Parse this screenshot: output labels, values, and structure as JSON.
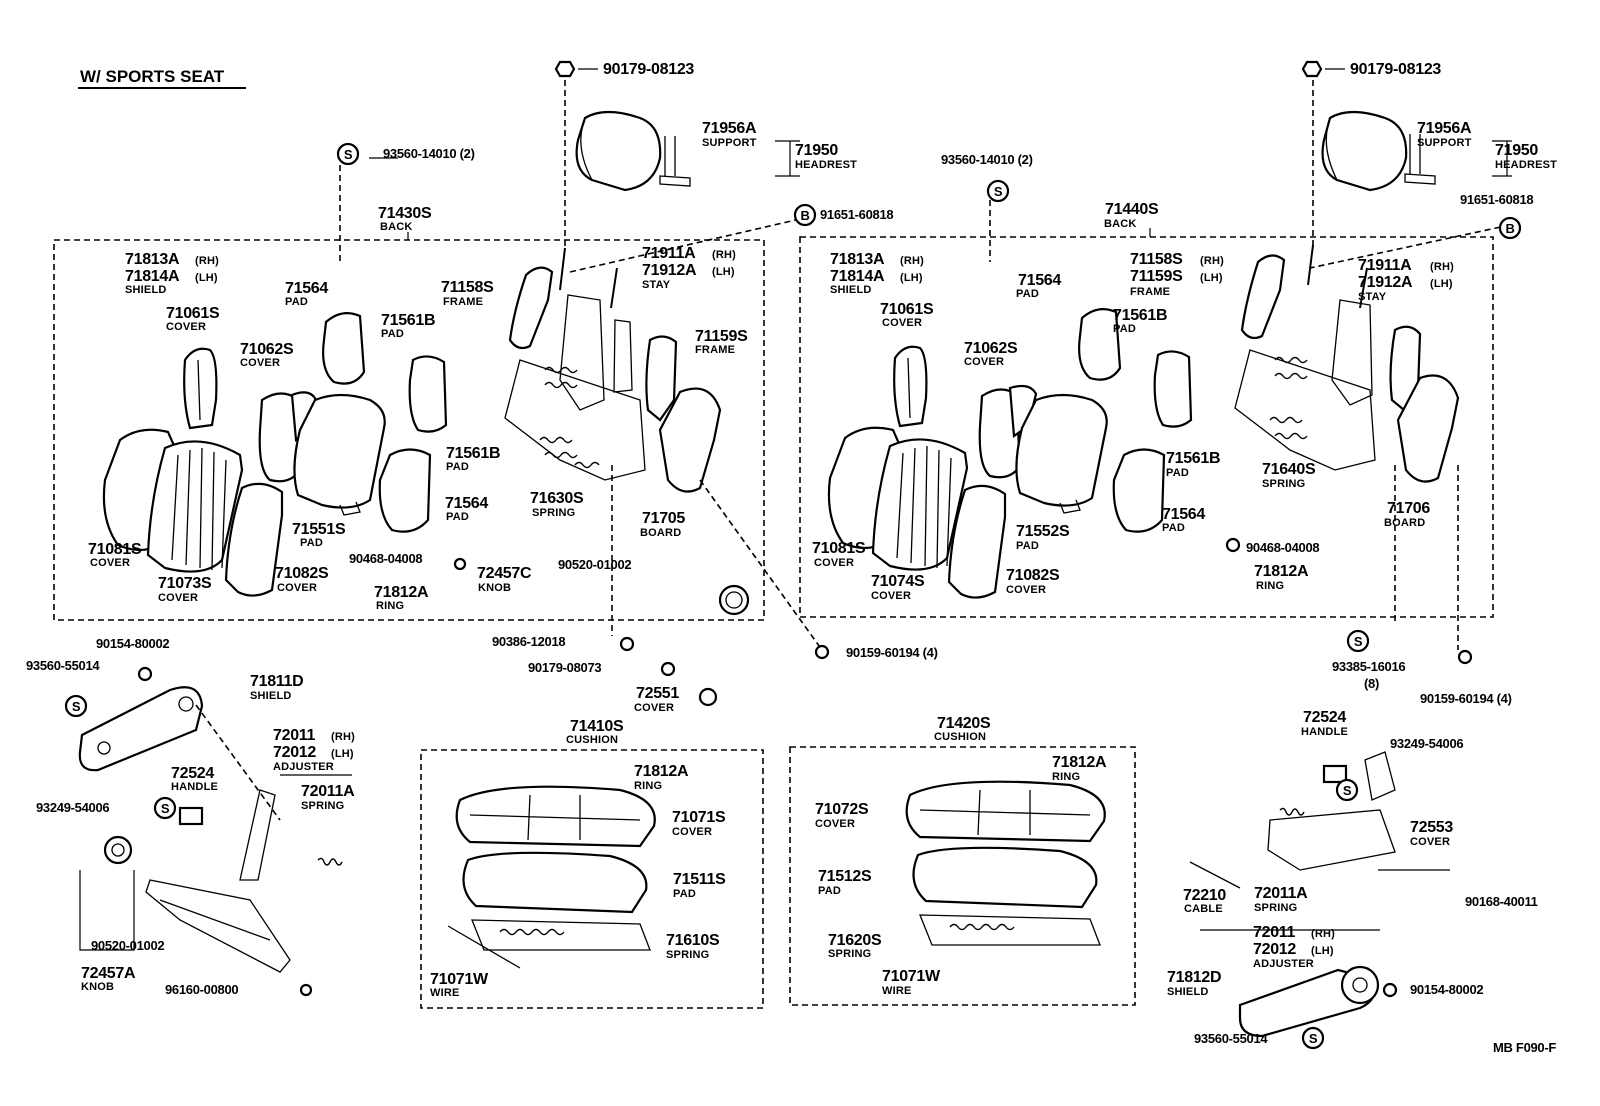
{
  "title": "W/ SPORTS SEAT",
  "code": "MB  F090-F",
  "labels": {
    "l001": "90179-08123",
    "l002": "71956A",
    "l003": "SUPPORT",
    "l004": "71950",
    "l005": "HEADREST",
    "l006": "93560-14010 (2)",
    "l007": "71430S",
    "l008": "BACK",
    "l009": "91651-60818",
    "l010": "71813A",
    "l011": "(RH)",
    "l012": "71814A",
    "l013": "(LH)",
    "l014": "SHIELD",
    "l015": "71564",
    "l016": "PAD",
    "l017": "71061S",
    "l018": "COVER",
    "l019": "71561B",
    "l020": "PAD",
    "l021": "71062S",
    "l022": "COVER",
    "l023": "71158S",
    "l024": "FRAME",
    "l025": "71911A",
    "l026": "(RH)",
    "l027": "71912A",
    "l028": "(LH)",
    "l029": "STAY",
    "l030": "71159S",
    "l031": "FRAME",
    "l032": "71561B",
    "l033": "PAD",
    "l034": "71564",
    "l035": "PAD",
    "l036": "71551S",
    "l037": "PAD",
    "l038": "71081S",
    "l039": "COVER",
    "l040": "71073S",
    "l041": "COVER",
    "l042": "71082S",
    "l043": "COVER",
    "l044": "71630S",
    "l045": "SPRING",
    "l046": "71705",
    "l047": "BOARD",
    "l048": "90468-04008",
    "l049": "72457C",
    "l050": "KNOB",
    "l051": "90520-01002",
    "l052": "71812A",
    "l053": "RING",
    "l054": "90386-12018",
    "l055": "90159-60194 (4)",
    "l056": "90179-08073",
    "l057": "72551",
    "l058": "COVER",
    "l059": "90154-80002",
    "l060": "93560-55014",
    "l061": "71811D",
    "l062": "SHIELD",
    "l063": "72011",
    "l064": "(RH)",
    "l065": "72012",
    "l066": "(LH)",
    "l067": "ADJUSTER",
    "l068": "72524",
    "l069": "HANDLE",
    "l070": "72011A",
    "l071": "SPRING",
    "l072": "93249-54006",
    "l073": "90520-01002",
    "l074": "72457A",
    "l075": "KNOB",
    "l076": "96160-00800",
    "l077": "71410S",
    "l078": "CUSHION",
    "l079": "71812A",
    "l080": "RING",
    "l081": "71071S",
    "l082": "COVER",
    "l083": "71511S",
    "l084": "PAD",
    "l085": "71610S",
    "l086": "SPRING",
    "l087": "71071W",
    "l088": "WIRE",
    "l089": "90179-08123",
    "l090": "71956A",
    "l091": "SUPPORT",
    "l092": "71950",
    "l093": "HEADREST",
    "l094": "93560-14010 (2)",
    "l095": "91651-60818",
    "l096": "71440S",
    "l097": "BACK",
    "l098": "71813A",
    "l099": "(RH)",
    "l100": "71814A",
    "l101": "(LH)",
    "l102": "SHIELD",
    "l103": "71564",
    "l104": "PAD",
    "l105": "71158S",
    "l106": "(RH)",
    "l107": "71159S",
    "l108": "(LH)",
    "l109": "FRAME",
    "l110": "71911A",
    "l111": "(RH)",
    "l112": "71912A",
    "l113": "(LH)",
    "l114": "STAY",
    "l115": "71061S",
    "l116": "COVER",
    "l117": "71561B",
    "l118": "PAD",
    "l119": "71062S",
    "l120": "COVER",
    "l121": "71561B",
    "l122": "PAD",
    "l123": "71640S",
    "l124": "SPRING",
    "l125": "71706",
    "l126": "BOARD",
    "l127": "71564",
    "l128": "PAD",
    "l129": "71081S",
    "l130": "COVER",
    "l131": "71552S",
    "l132": "PAD",
    "l133": "71074S",
    "l134": "COVER",
    "l135": "71082S",
    "l136": "COVER",
    "l137": "90468-04008",
    "l138": "71812A",
    "l139": "RING",
    "l140": "93385-16016",
    "l141": "(8)",
    "l142": "90159-60194 (4)",
    "l143": "71420S",
    "l144": "CUSHION",
    "l145": "71812A",
    "l146": "RING",
    "l147": "71072S",
    "l148": "COVER",
    "l149": "71512S",
    "l150": "PAD",
    "l151": "71620S",
    "l152": "SPRING",
    "l153": "71071W",
    "l154": "WIRE",
    "l155": "72524",
    "l156": "HANDLE",
    "l157": "93249-54006",
    "l158": "72553",
    "l159": "COVER",
    "l160": "72210",
    "l161": "CABLE",
    "l162": "72011A",
    "l163": "SPRING",
    "l164": "90168-40011",
    "l165": "72011",
    "l166": "(RH)",
    "l167": "72012",
    "l168": "(LH)",
    "l169": "ADJUSTER",
    "l170": "71812D",
    "l171": "SHIELD",
    "l172": "90154-80002",
    "l173": "93560-55014"
  },
  "symbols": {
    "s": "S",
    "b": "B"
  }
}
